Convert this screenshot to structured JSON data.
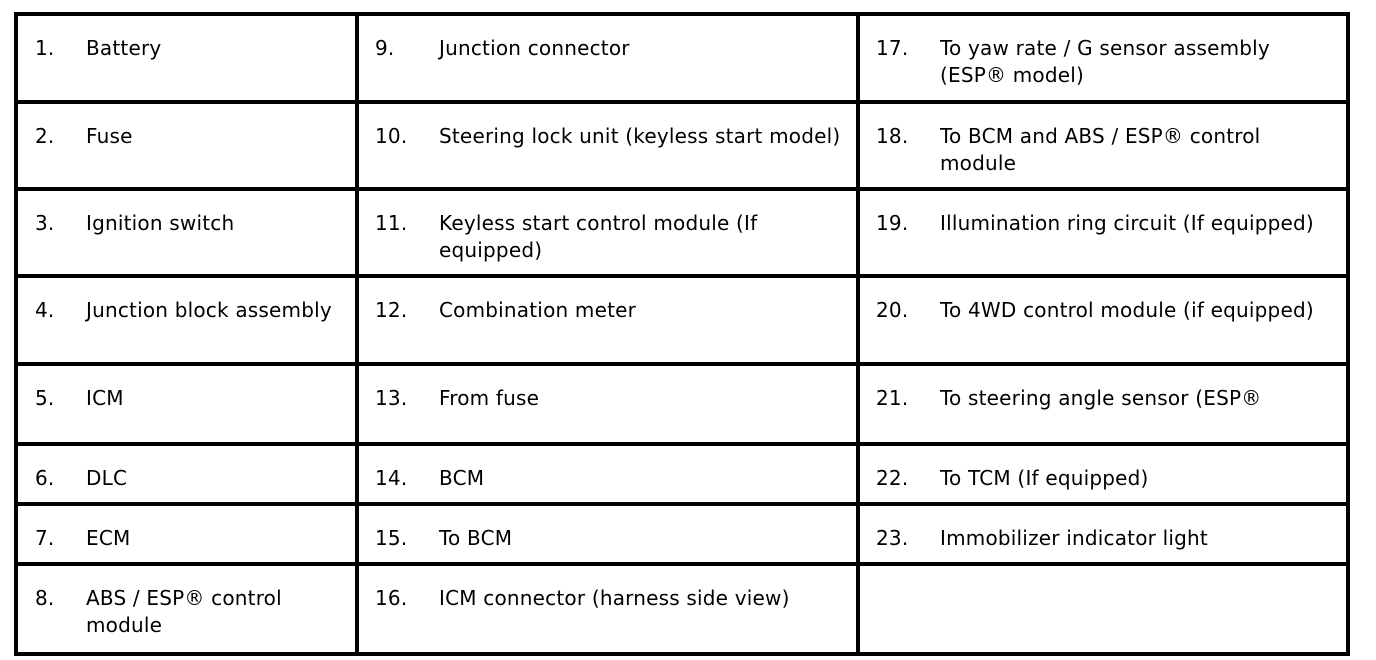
{
  "legend": {
    "rows": [
      [
        {
          "num": "1.",
          "text": "Battery"
        },
        {
          "num": "9.",
          "text": "Junction connector"
        },
        {
          "num": "17.",
          "text": "To yaw rate / G sensor assembly (ESP® model)"
        }
      ],
      [
        {
          "num": "2.",
          "text": "Fuse"
        },
        {
          "num": "10.",
          "text": "Steering lock unit (keyless start model)"
        },
        {
          "num": "18.",
          "text": "To BCM and ABS / ESP® control module"
        }
      ],
      [
        {
          "num": "3.",
          "text": "Ignition switch"
        },
        {
          "num": "11.",
          "text": "Keyless start control module (If equipped)"
        },
        {
          "num": "19.",
          "text": "Illumination ring circuit (If equipped)"
        }
      ],
      [
        {
          "num": "4.",
          "text": "Junction block assembly"
        },
        {
          "num": "12.",
          "text": "Combination meter"
        },
        {
          "num": "20.",
          "text": "To 4WD control module (if equipped)"
        }
      ],
      [
        {
          "num": "5.",
          "text": "ICM"
        },
        {
          "num": "13.",
          "text": "From fuse"
        },
        {
          "num": "21.",
          "text": "To steering angle sensor (ESP®"
        }
      ],
      [
        {
          "num": "6.",
          "text": "DLC"
        },
        {
          "num": "14.",
          "text": "BCM"
        },
        {
          "num": "22.",
          "text": "To TCM (If equipped)"
        }
      ],
      [
        {
          "num": "7.",
          "text": "ECM"
        },
        {
          "num": "15.",
          "text": "To BCM"
        },
        {
          "num": "23.",
          "text": "Immobilizer indicator light"
        }
      ],
      [
        {
          "num": "8.",
          "text": "ABS / ESP® control module"
        },
        {
          "num": "16.",
          "text": "ICM connector (harness side view)"
        },
        {
          "num": "",
          "text": ""
        }
      ]
    ]
  }
}
